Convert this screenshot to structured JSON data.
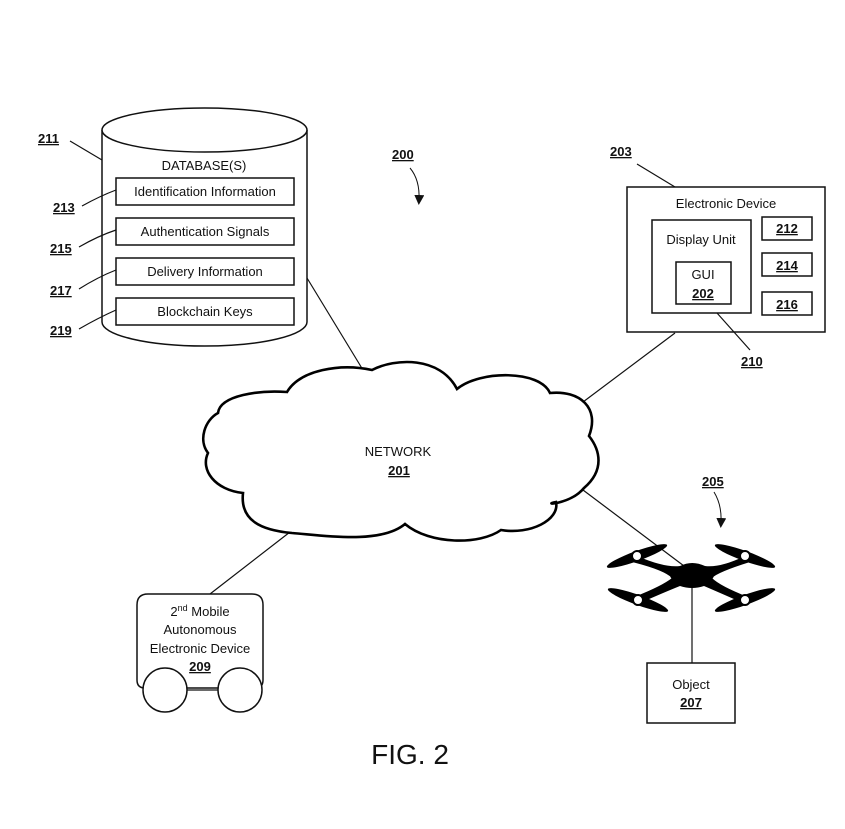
{
  "figure": {
    "caption": "FIG. 2",
    "system_ref": "200"
  },
  "database": {
    "ref": "211",
    "title": "DATABASE(S)",
    "entries": [
      {
        "ref": "213",
        "label": "Identification Information"
      },
      {
        "ref": "215",
        "label": "Authentication Signals"
      },
      {
        "ref": "217",
        "label": "Delivery Information"
      },
      {
        "ref": "219",
        "label": "Blockchain Keys"
      }
    ]
  },
  "network": {
    "label": "NETWORK",
    "ref": "201"
  },
  "electronic_device": {
    "ref": "203",
    "title": "Electronic Device",
    "display_unit": {
      "ref": "210",
      "label": "Display Unit",
      "gui": {
        "label": "GUI",
        "ref": "202"
      }
    },
    "modules": [
      "212",
      "214",
      "216"
    ]
  },
  "drone": {
    "ref": "205",
    "icon": "quadcopter-drone-icon"
  },
  "object": {
    "label": "Object",
    "ref": "207"
  },
  "mobile_device": {
    "ordinal": "2",
    "ordinal_suffix": "nd",
    "line1_rest": " Mobile",
    "line2": "Autonomous",
    "line3": "Electronic Device",
    "ref": "209"
  }
}
